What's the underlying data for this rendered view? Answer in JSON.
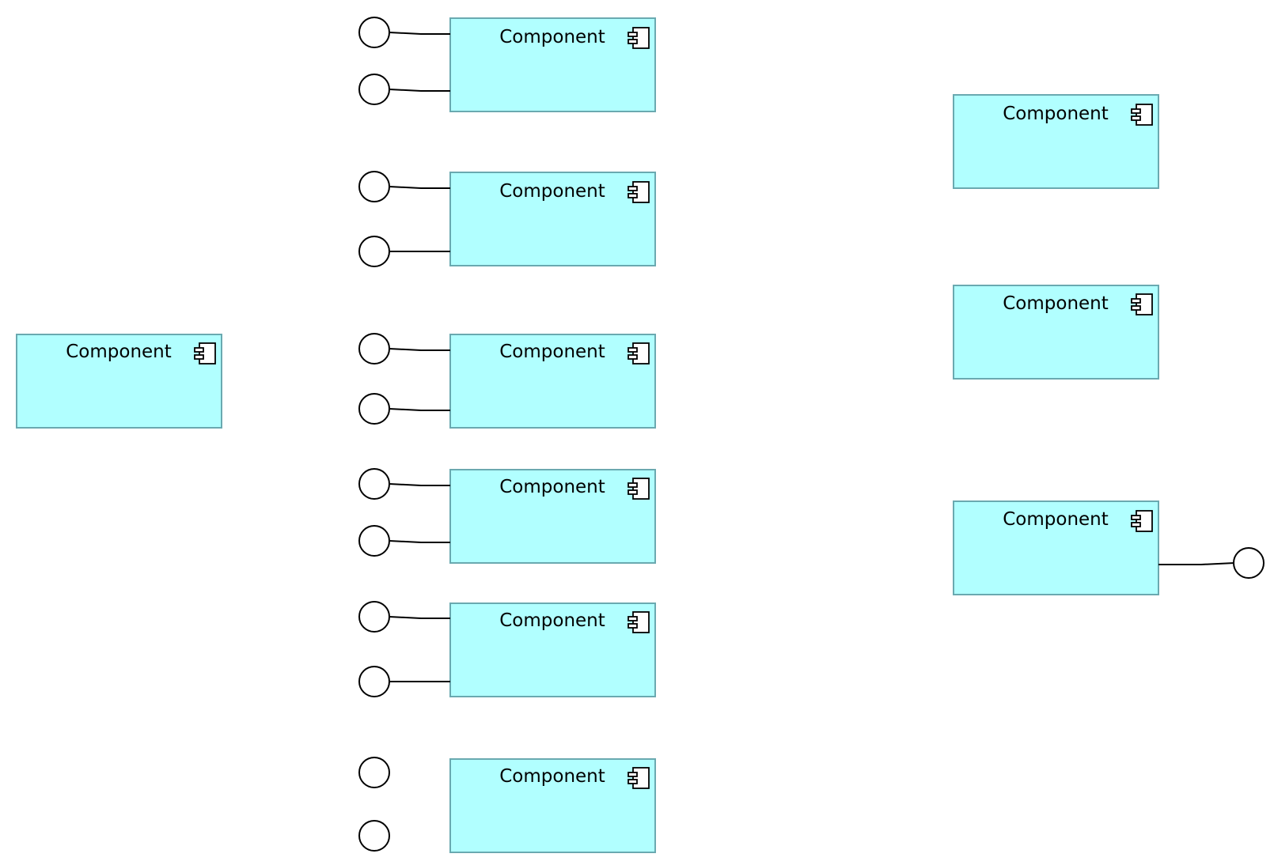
{
  "diagram": {
    "component_fill": "#b1ffff",
    "component_stroke": "#6aa9b0",
    "components": [
      {
        "id": "left-1",
        "label": "Component",
        "icon": "component-icon"
      },
      {
        "id": "mid-1",
        "label": "Component",
        "icon": "component-icon"
      },
      {
        "id": "mid-2",
        "label": "Component",
        "icon": "component-icon"
      },
      {
        "id": "mid-3",
        "label": "Component",
        "icon": "component-icon"
      },
      {
        "id": "mid-4",
        "label": "Component",
        "icon": "component-icon"
      },
      {
        "id": "mid-5",
        "label": "Component",
        "icon": "component-icon"
      },
      {
        "id": "mid-6",
        "label": "Component",
        "icon": "component-icon"
      },
      {
        "id": "right-1",
        "label": "Component",
        "icon": "component-icon"
      },
      {
        "id": "right-2",
        "label": "Component",
        "icon": "component-icon"
      },
      {
        "id": "right-3",
        "label": "Component",
        "icon": "component-icon"
      }
    ]
  }
}
